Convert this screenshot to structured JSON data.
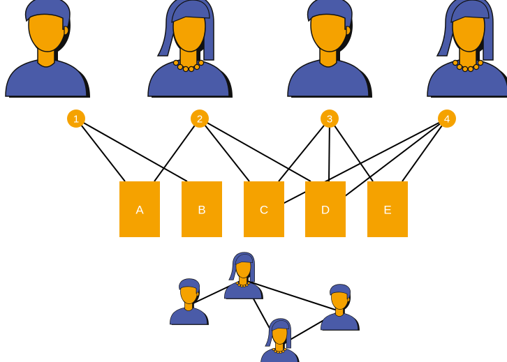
{
  "colors": {
    "accent": "#F5A200",
    "person_blue": "#4A5BA8",
    "person_blue_dark": "#3E4E9C",
    "outline": "#111111",
    "line": "#000000",
    "label_text": "#FFFFFF"
  },
  "people_top": [
    {
      "number": "1",
      "figure": "male-person-icon"
    },
    {
      "number": "2",
      "figure": "female-person-icon"
    },
    {
      "number": "3",
      "figure": "male-person-icon"
    },
    {
      "number": "4",
      "figure": "female-person-icon"
    }
  ],
  "items": [
    {
      "label": "A"
    },
    {
      "label": "B"
    },
    {
      "label": "C"
    },
    {
      "label": "D"
    },
    {
      "label": "E"
    }
  ],
  "connections": [
    [
      "1",
      "A"
    ],
    [
      "1",
      "B"
    ],
    [
      "2",
      "A"
    ],
    [
      "2",
      "C"
    ],
    [
      "2",
      "D"
    ],
    [
      "3",
      "C"
    ],
    [
      "3",
      "D"
    ],
    [
      "3",
      "E"
    ],
    [
      "4",
      "C"
    ],
    [
      "4",
      "D"
    ],
    [
      "4",
      "E"
    ]
  ],
  "network": {
    "nodes": [
      {
        "id": "n1",
        "figure": "male-person-icon"
      },
      {
        "id": "n2",
        "figure": "female-person-icon"
      },
      {
        "id": "n3",
        "figure": "male-person-icon"
      },
      {
        "id": "n4",
        "figure": "female-person-icon"
      }
    ],
    "edges": [
      [
        "n1",
        "n2"
      ],
      [
        "n2",
        "n3"
      ],
      [
        "n2",
        "n4"
      ],
      [
        "n4",
        "n3"
      ]
    ]
  }
}
